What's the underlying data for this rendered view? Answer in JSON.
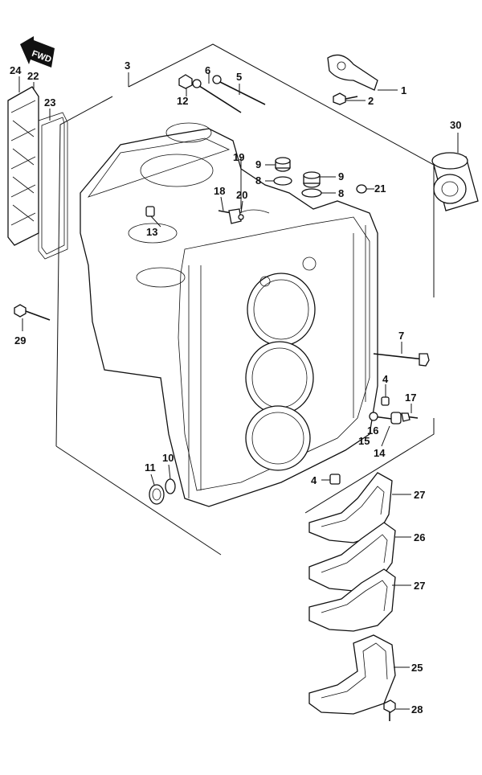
{
  "fwd_label": "FWD",
  "callouts": {
    "c1": "1",
    "c2": "2",
    "c3": "3",
    "c4a": "4",
    "c4b": "4",
    "c5": "5",
    "c6": "6",
    "c7": "7",
    "c8a": "8",
    "c8b": "8",
    "c9a": "9",
    "c9b": "9",
    "c10": "10",
    "c11": "11",
    "c12": "12",
    "c13": "13",
    "c14": "14",
    "c15": "15",
    "c16": "16",
    "c17": "17",
    "c18": "18",
    "c19": "19",
    "c20": "20",
    "c21": "21",
    "c22": "22",
    "c23": "23",
    "c24": "24",
    "c25": "25",
    "c26": "26",
    "c27a": "27",
    "c27b": "27",
    "c28": "28",
    "c29": "29",
    "c30": "30"
  }
}
